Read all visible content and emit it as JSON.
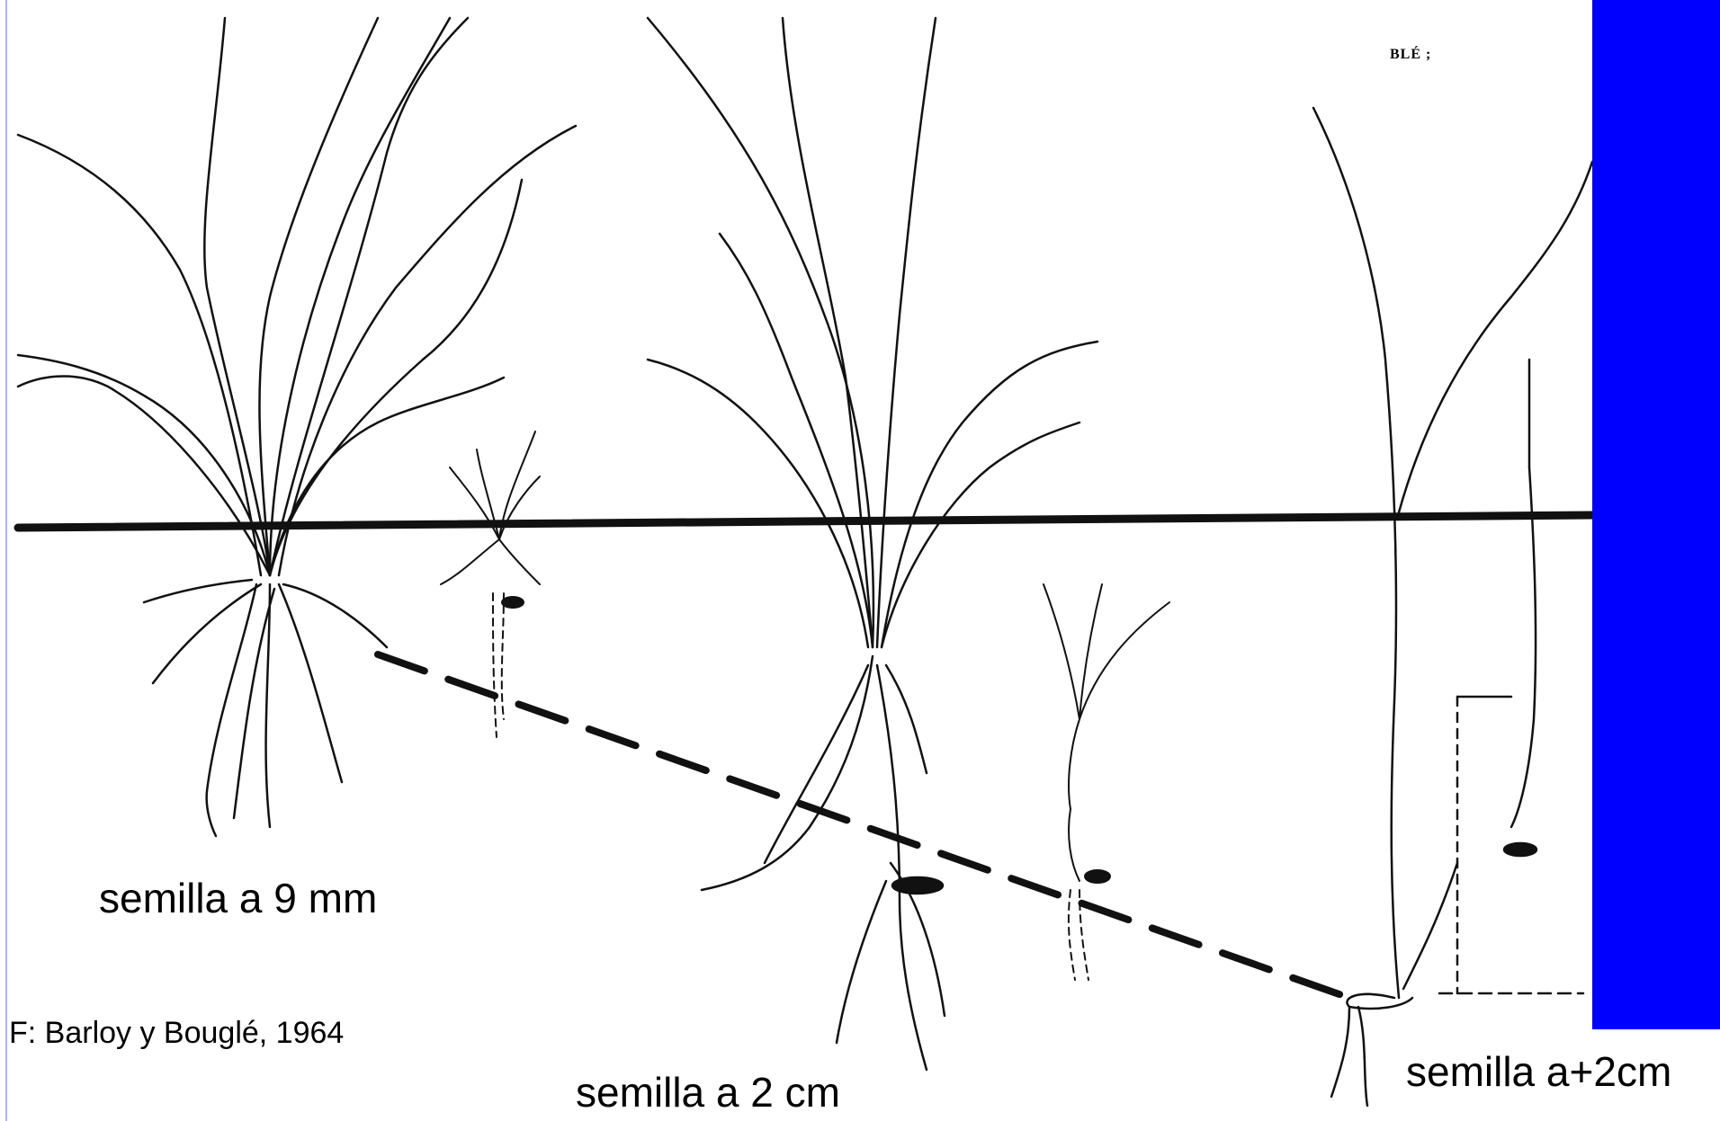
{
  "captions": {
    "seed_9mm": "semilla a 9 mm",
    "seed_2cm": "semilla a 2 cm",
    "seed_plus_2cm": "semilla a+2cm",
    "source": "F: Barloy y Bouglé, 1964",
    "corner_label": "BLÉ ;"
  },
  "colors": {
    "background": "#ffffff",
    "ink": "#111111",
    "panel": "#0000ff"
  }
}
